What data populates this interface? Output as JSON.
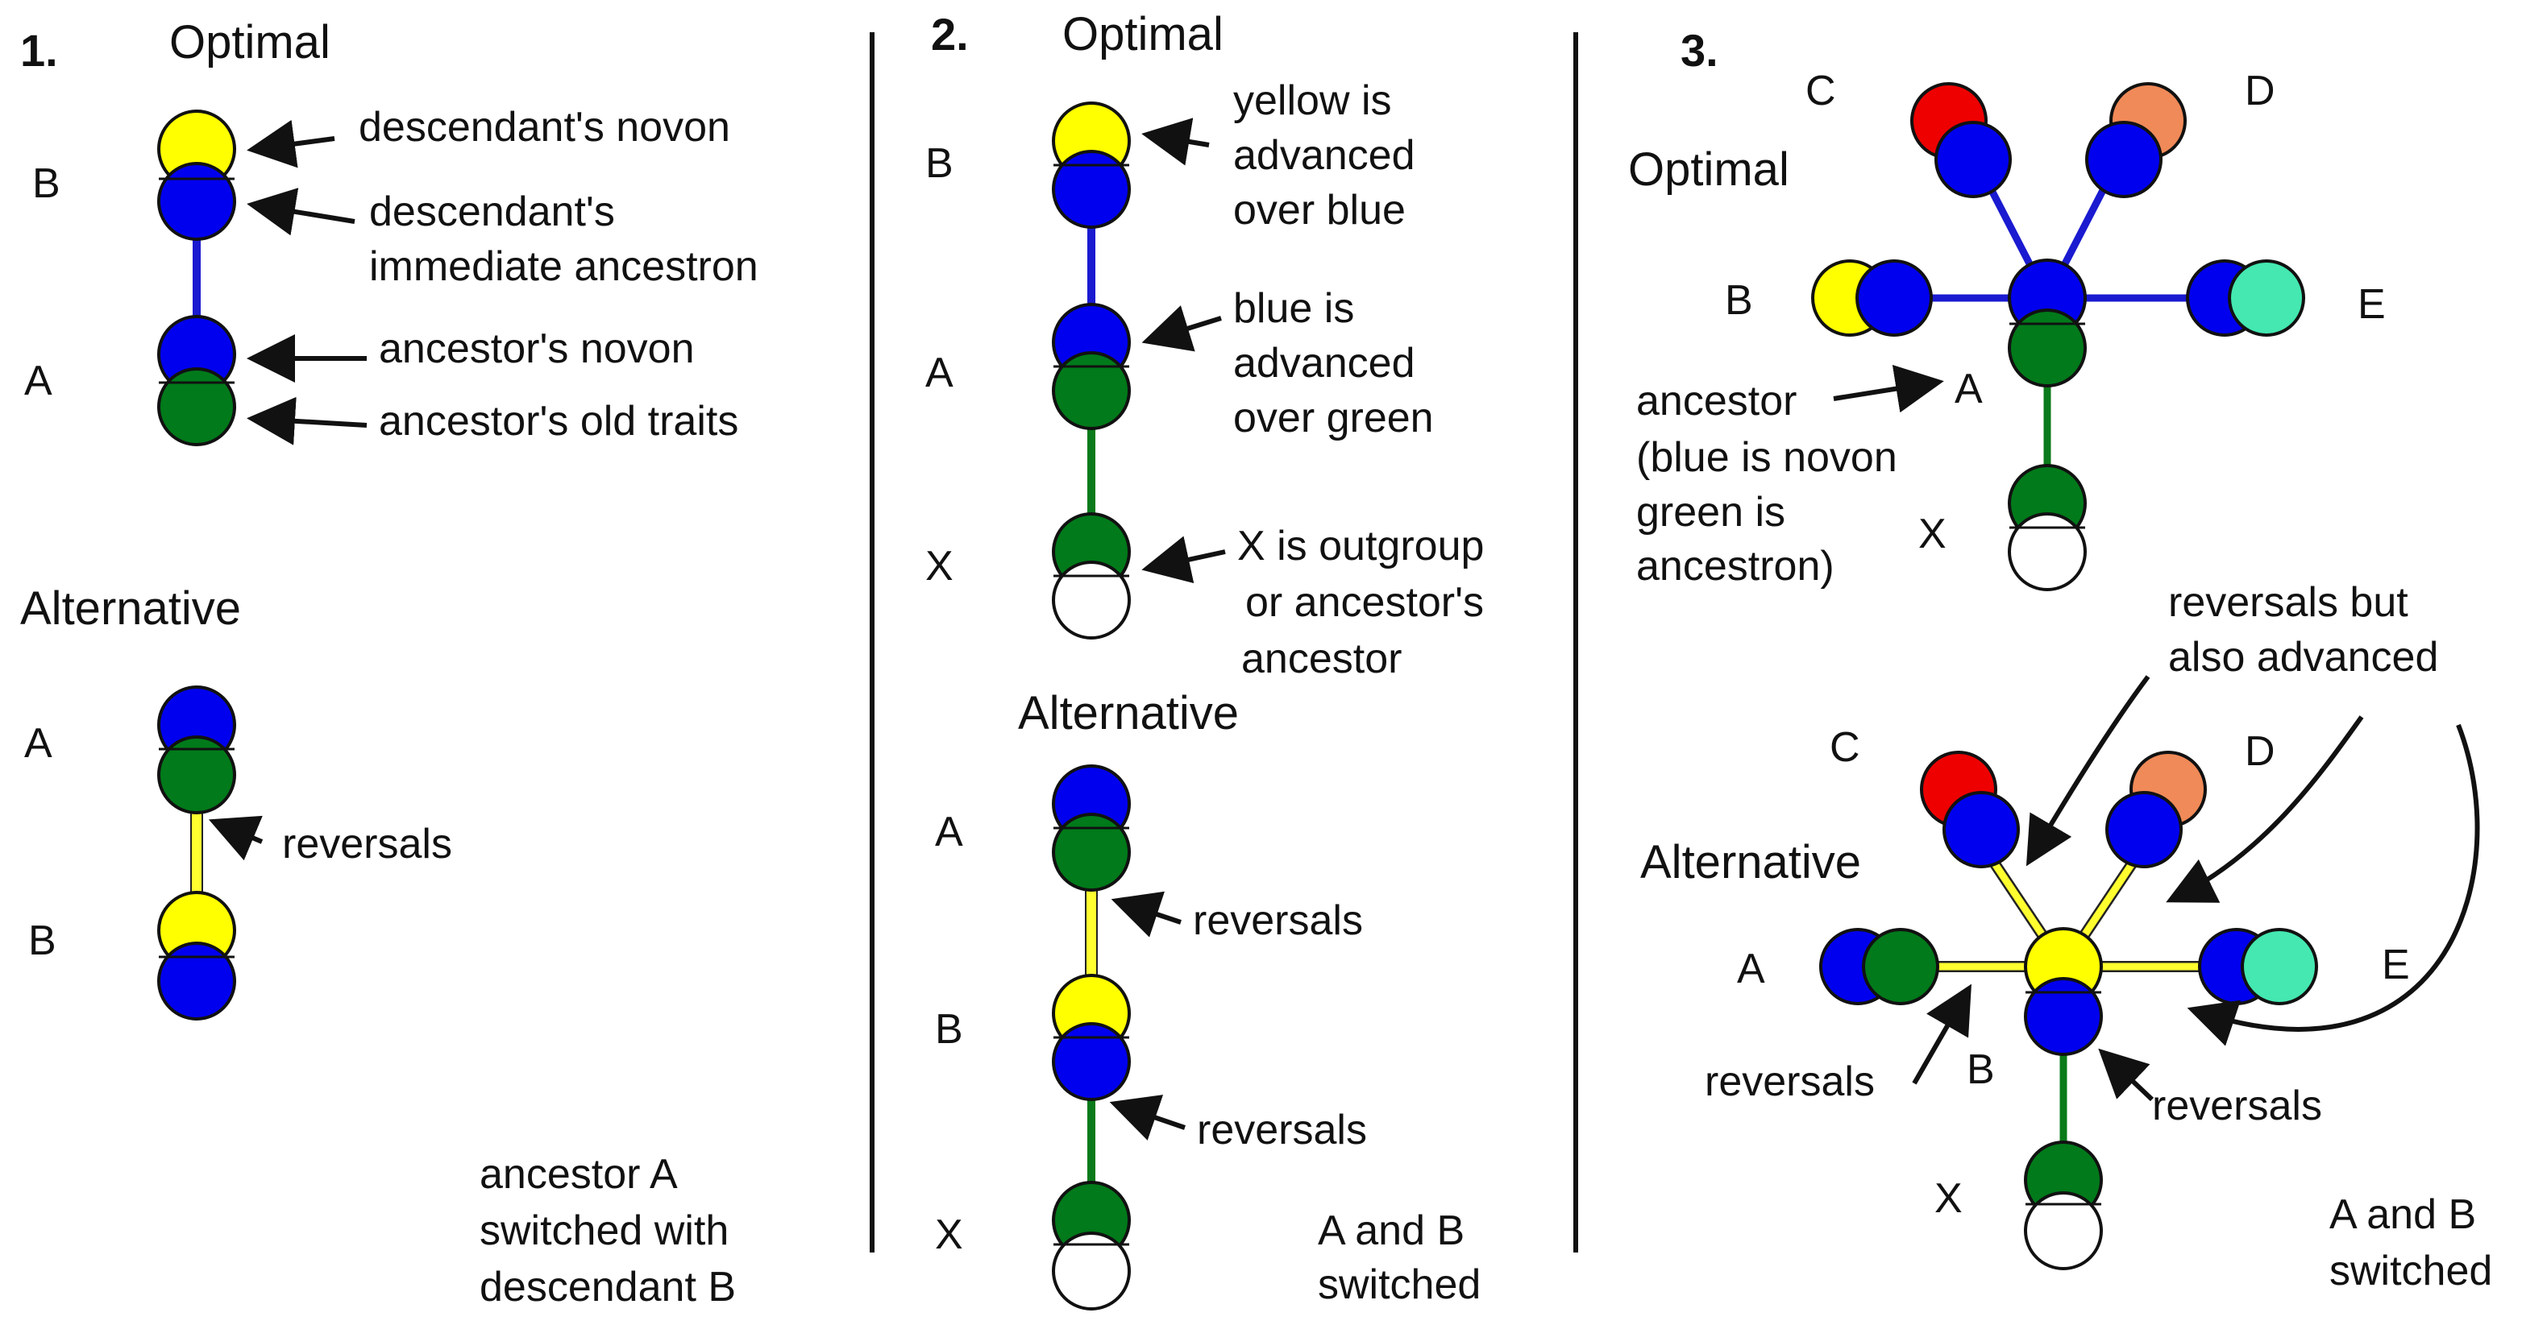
{
  "panel1": {
    "number": "1.",
    "optimal": "Optimal",
    "alternative": "Alternative",
    "opt_label_b": "B",
    "opt_label_a": "A",
    "ann_desc_novon": "descendant's novon",
    "ann_desc_anc_1": "descendant's",
    "ann_desc_anc_2": "immediate ancestron",
    "ann_anc_novon": "ancestor's novon",
    "ann_anc_old": "ancestor's old traits",
    "alt_label_a": "A",
    "alt_label_b": "B",
    "ann_reversals": "reversals",
    "note_1": "ancestor A",
    "note_2": "switched with",
    "note_3": "descendant B"
  },
  "panel2": {
    "number": "2.",
    "optimal": "Optimal",
    "alternative": "Alternative",
    "opt_label_b": "B",
    "opt_label_a": "A",
    "opt_label_x": "X",
    "ann_yellow_1": "yellow is",
    "ann_yellow_2": "advanced",
    "ann_yellow_3": "over blue",
    "ann_blue_1": "blue is",
    "ann_blue_2": "advanced",
    "ann_blue_3": "over green",
    "ann_x_1": "X is outgroup",
    "ann_x_2": "or  ancestor's",
    "ann_x_3": "ancestor",
    "alt_label_a": "A",
    "alt_label_b": "B",
    "alt_label_x": "X",
    "ann_reversals_1": "reversals",
    "ann_reversals_2": "reversals",
    "note_1": "A and B",
    "note_2": "switched"
  },
  "panel3": {
    "number": "3.",
    "optimal": "Optimal",
    "alternative": "Alternative",
    "opt_c": "C",
    "opt_d": "D",
    "opt_b": "B",
    "opt_e": "E",
    "opt_a": "A",
    "opt_x": "X",
    "ann_anc_1": "ancestor",
    "ann_anc_2": "(blue is novon",
    "ann_anc_3": "green is",
    "ann_anc_4": "ancestron)",
    "ann_rev_adv_1": "reversals but",
    "ann_rev_adv_2": "also advanced",
    "alt_c": "C",
    "alt_d": "D",
    "alt_a": "A",
    "alt_e": "E",
    "alt_b": "B",
    "alt_x": "X",
    "ann_rev_left": "reversals",
    "ann_rev_right": "reversals",
    "note_1": "A and B",
    "note_2": "switched"
  },
  "colors": {
    "yellow": "#ffff00",
    "blue": "#0000ee",
    "green": "#007a1a",
    "red": "#ee0000",
    "orange": "#f08a58",
    "teal": "#44e8b0",
    "white": "#ffffff",
    "line_blue": "#1a1ad0",
    "line_green": "#0a7a1a",
    "line_yellow": "#ffff30"
  }
}
